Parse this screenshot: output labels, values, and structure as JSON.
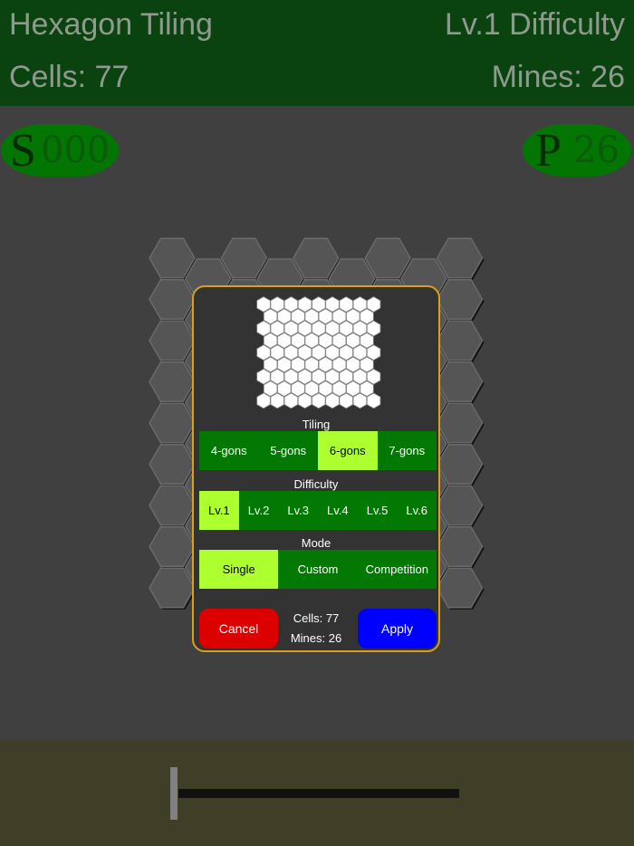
{
  "header": {
    "title": "Hexagon Tiling",
    "difficulty": "Lv.1 Difficulty",
    "cells": "Cells: 77",
    "mines": "Mines: 26"
  },
  "left_counter": {
    "value": "000",
    "letter": "S"
  },
  "right_counter": {
    "value": "26",
    "letter": "P"
  },
  "board": {
    "tiling": "hexagon",
    "columns": 9,
    "cell_count": 77,
    "cell_color": "#555555"
  },
  "dialog": {
    "tiling_label": "Tiling",
    "tiling_options": [
      "4-gons",
      "5-gons",
      "6-gons",
      "7-gons"
    ],
    "tiling_selected": 2,
    "difficulty_label": "Difficulty",
    "difficulty_options": [
      "Lv.1",
      "Lv.2",
      "Lv.3",
      "Lv.4",
      "Lv.5",
      "Lv.6"
    ],
    "difficulty_selected": 0,
    "mode_label": "Mode",
    "mode_options": [
      "Single",
      "Custom",
      "Competition"
    ],
    "mode_selected": 0,
    "cancel": "Cancel",
    "apply": "Apply",
    "cells": "Cells: 77",
    "mines": "Mines: 26",
    "accent": "#adff2f",
    "cancel_color": "#dd0000",
    "apply_color": "#0000ff"
  },
  "slider": {
    "value": 0
  }
}
